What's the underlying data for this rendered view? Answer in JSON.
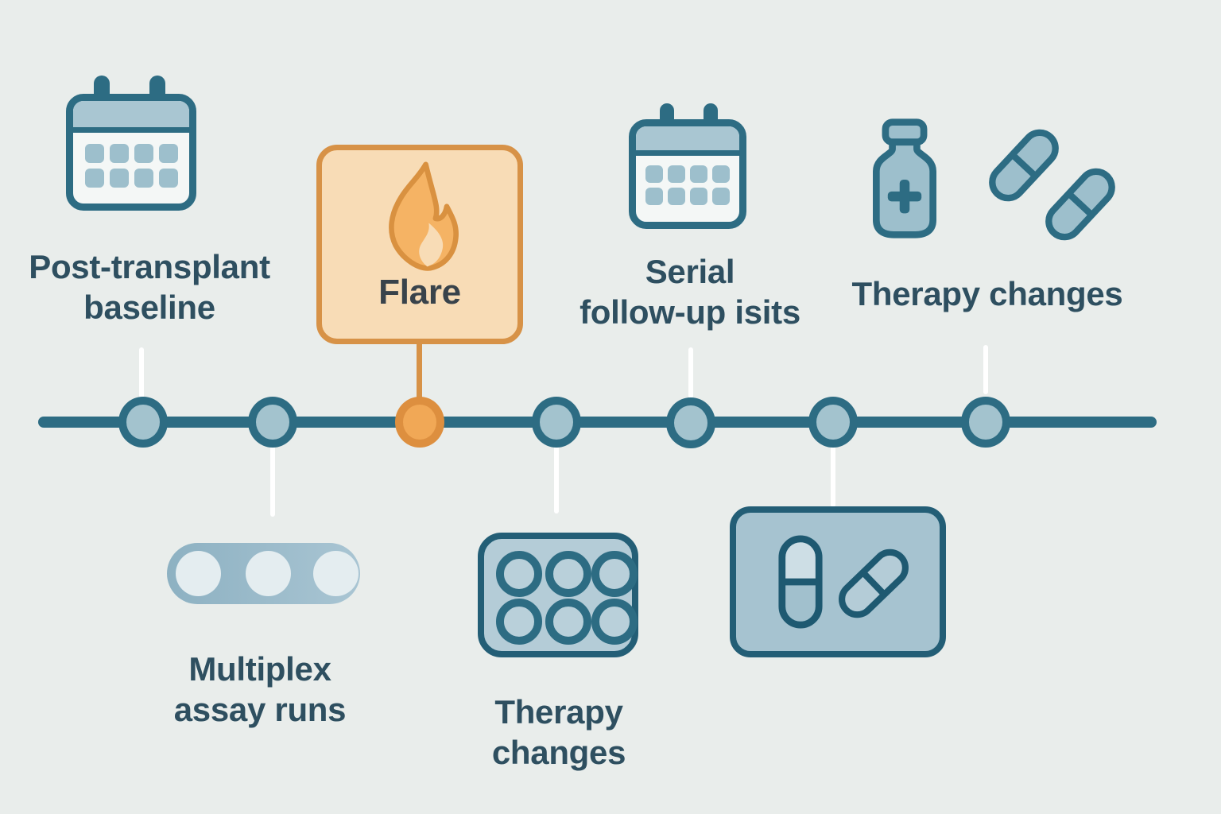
{
  "labels": {
    "post_transplant": {
      "line1": "Post-transplant",
      "line2": "baseline"
    },
    "flare": {
      "label": "Flare"
    },
    "serial": {
      "line1": "Serial",
      "line2": "follow-up isits"
    },
    "therapy_top": {
      "label": "Therapy changes"
    },
    "multiplex": {
      "line1": "Multiplex",
      "line2": "assay runs"
    },
    "therapy_bottom": {
      "line1": "Therapy",
      "line2": "changes"
    }
  },
  "timeline": {
    "node_count": 7,
    "flare_node_index": 3,
    "orientation": "horizontal"
  },
  "icons": {
    "post_transplant": "calendar-icon",
    "flare": "flame-icon",
    "serial": "calendar-icon",
    "therapy_top": [
      "pill-bottle-icon",
      "capsule-icon",
      "capsule-icon"
    ],
    "multiplex": "assay-strip-icon",
    "therapy_bottom": "blister-pack-icon",
    "unlabeled_card": "pill-card-icon"
  },
  "colors": {
    "bg": "#e9edeb",
    "teal": "#2d6c83",
    "teal-dark": "#235e76",
    "node-fill": "#a3c3ce",
    "icon-fill": "#9dbfcc",
    "cal-header": "#a9c6d2",
    "cal-body": "#f4f7f6",
    "orange-fill": "#f1a856",
    "orange-border": "#dd8f3f",
    "flare-border": "#d79247",
    "flare-fill": "#f8dcb6",
    "flame-fill": "#f5b364",
    "flame-stroke": "#d99140",
    "strip-left": "#8db1c2",
    "strip-right": "#a9c5d3",
    "strip-circle": "#e4edf0",
    "blister-fill": "#b4ccd7",
    "blister-circle": "#b9d0da",
    "card-fill": "#a6c3d0",
    "card-stroke": "#1e5971",
    "capsule-light": "#cddee5",
    "capsule-mid": "#a1c0cd",
    "text": "#2e4f60",
    "flare-text": "#39434b",
    "connector": "#ffffff"
  }
}
